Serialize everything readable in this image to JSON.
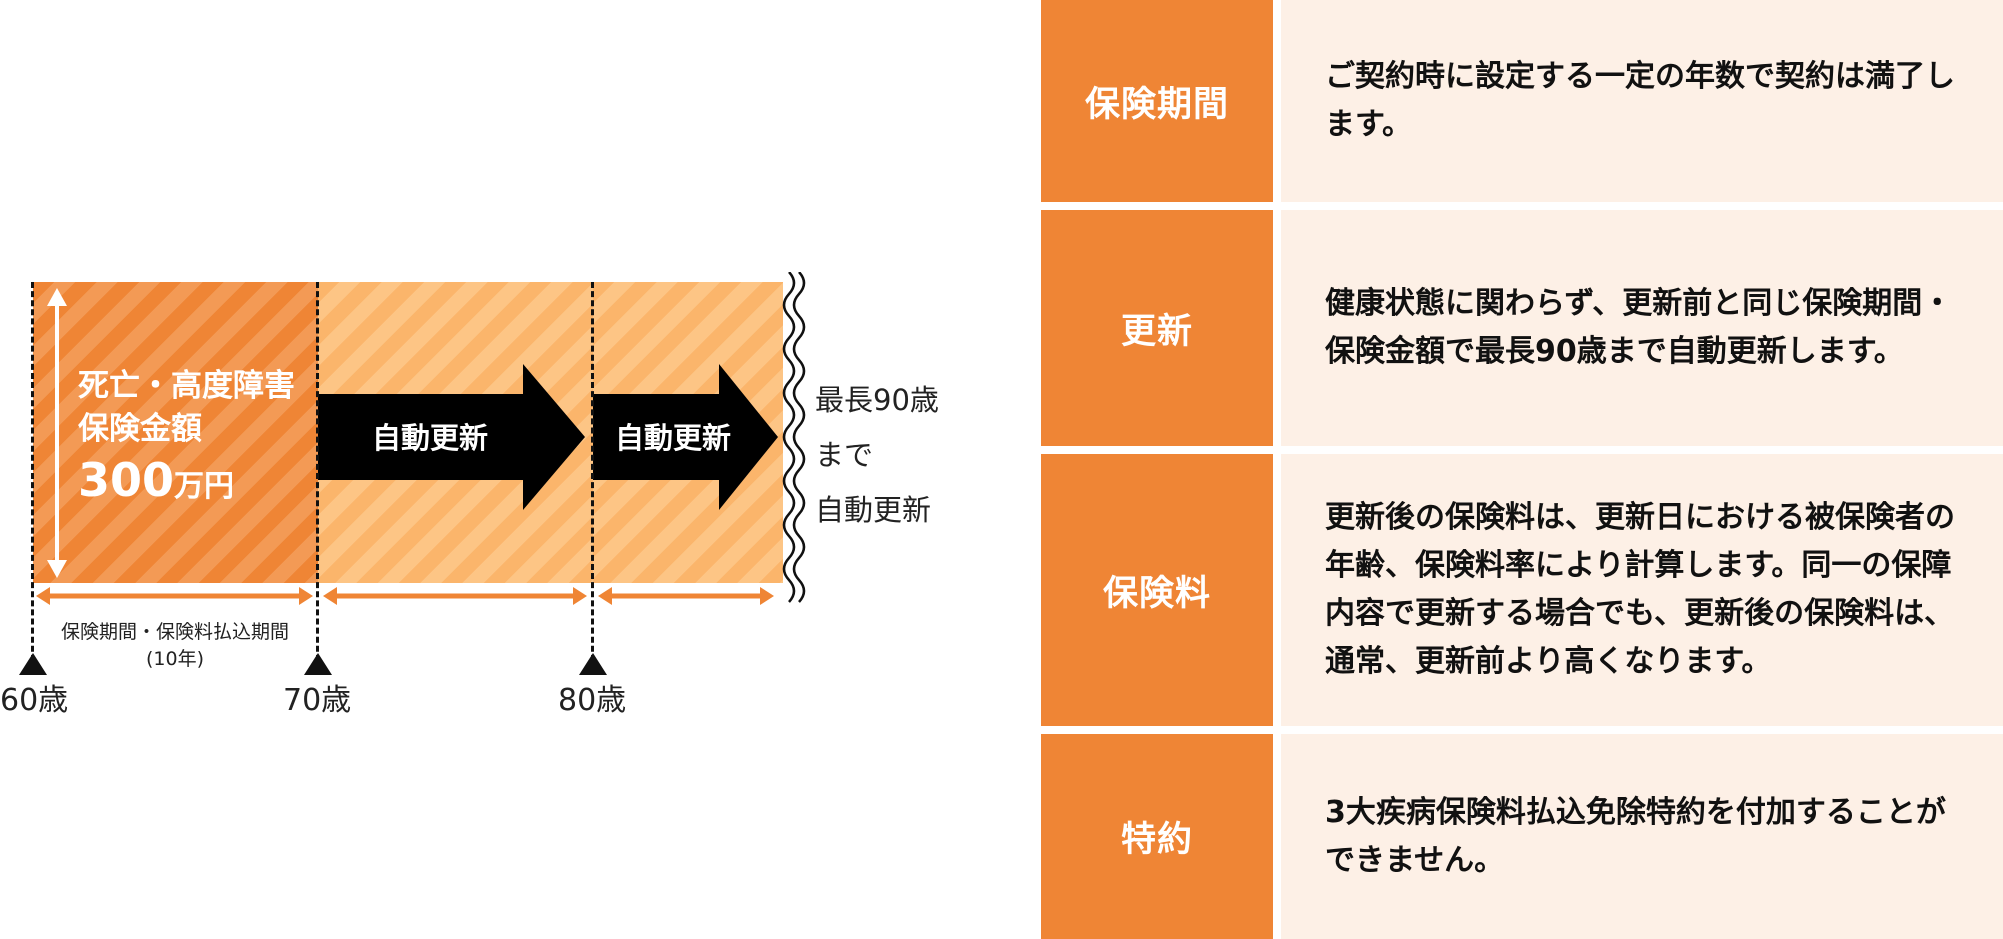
{
  "diagram": {
    "segment1": {
      "line1": "死亡・高度障害",
      "line2": "保険金額",
      "amount": "300",
      "unit": "万円"
    },
    "renew_label_1": "自動更新",
    "renew_label_2": "自動更新",
    "period_label_line1": "保険期間・保険料払込期間",
    "period_label_line2": "(10年)",
    "ages": [
      "60歳",
      "70歳",
      "80歳"
    ],
    "right_note": [
      "最長90歳",
      "まで",
      "自動更新"
    ],
    "colors": {
      "primary_orange": "#ef8535",
      "light_orange": "#fbb56b",
      "arrow_black": "#000000"
    }
  },
  "table": {
    "rows": [
      {
        "heading": "保険期間",
        "text": "ご契約時に設定する一定の年数で契約は満了します。"
      },
      {
        "heading": "更新",
        "text": "健康状態に関わらず、更新前と同じ保険期間・保険金額で最長90歳まで自動更新します。"
      },
      {
        "heading": "保険料",
        "text": "更新後の保険料は、更新日における被保険者の年齢、保険料率により計算します。同一の保障内容で更新する場合でも、更新後の保険料は、通常、更新前より高くなります。"
      },
      {
        "heading": "特約",
        "text": "3大疾病保険料払込免除特約を付加することができません。"
      }
    ],
    "colors": {
      "heading_bg": "#ef8535",
      "body_bg": "#fdf0e6"
    }
  }
}
